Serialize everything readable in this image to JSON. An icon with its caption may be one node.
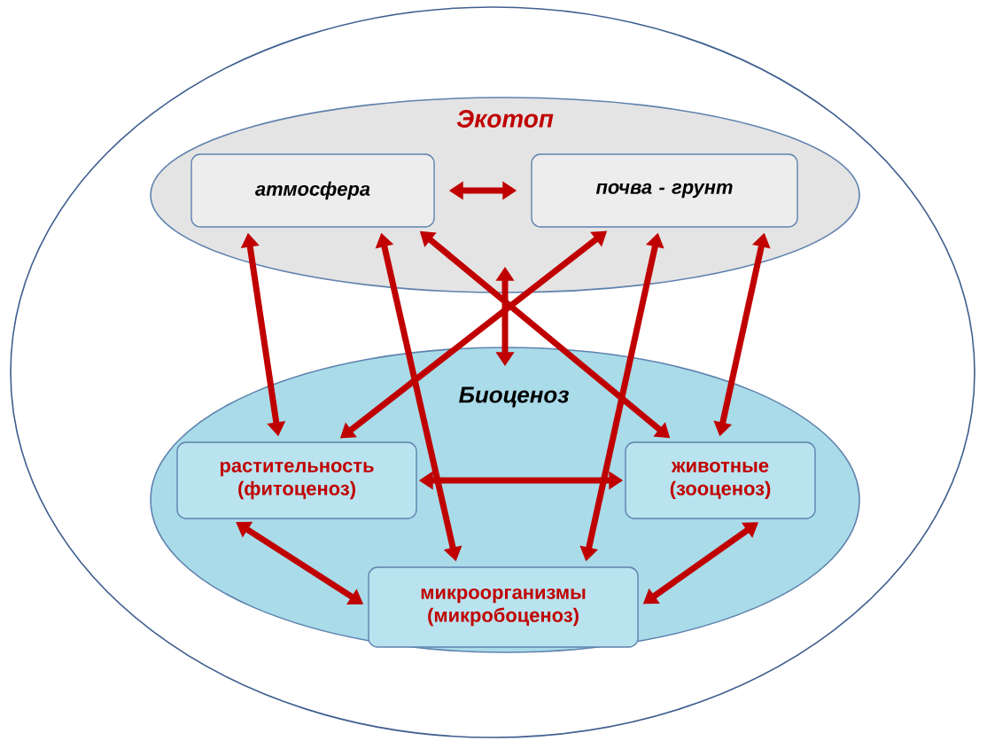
{
  "diagram": {
    "nodes": [
      {
        "text": [
          "Экотоп"
        ]
      },
      {
        "text": [
          "атмосфера"
        ],
        "in": 0
      },
      {
        "text": [
          "почва - грунт"
        ],
        "in": 0
      },
      {
        "text": [
          "Биоценоз"
        ]
      },
      {
        "text": [
          "растительность (фитоценоз)"
        ],
        "in": 3
      },
      {
        "text": [
          "животные (зооценоз)"
        ],
        "in": 3
      },
      {
        "text": [
          "микроорганизмы (микробоценоз)"
        ],
        "in": 3
      }
    ],
    "edges": [
      {
        "from": 1,
        "to": 2,
        "arrow": "both"
      },
      {
        "from": 1,
        "to": 4,
        "arrow": "both"
      },
      {
        "from": 1,
        "to": 6,
        "arrow": "both"
      },
      {
        "from": 1,
        "to": 5,
        "arrow": "both"
      },
      {
        "from": 2,
        "to": 4,
        "arrow": "both"
      },
      {
        "from": 2,
        "to": 6,
        "arrow": "both"
      },
      {
        "from": 2,
        "to": 5,
        "arrow": "both"
      },
      {
        "from": 0,
        "to": 3,
        "arrow": "both"
      },
      {
        "from": 4,
        "to": 5,
        "arrow": "both"
      },
      {
        "from": 4,
        "to": 6,
        "arrow": "both"
      },
      {
        "from": 5,
        "to": 6,
        "arrow": "both"
      }
    ]
  }
}
